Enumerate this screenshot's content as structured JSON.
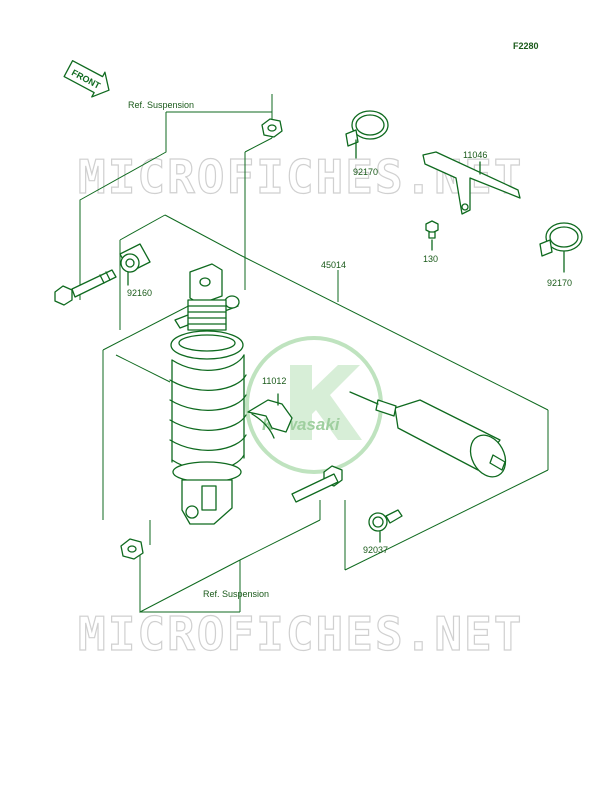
{
  "diagram": {
    "code": "F2280",
    "front_label": "FRONT",
    "watermark_text": "MICROFICHES.NET",
    "logo_text": "Kawasaki",
    "ref_labels": {
      "top": "Ref. Suspension",
      "bottom": "Ref. Suspension"
    },
    "parts": {
      "p92170_top": "92170",
      "p92170_right": "92170",
      "p11046": "11046",
      "p130": "130",
      "p45014": "45014",
      "p92160": "92160",
      "p11012": "11012",
      "p92037": "92037"
    },
    "colors": {
      "line": "#0f6a1f",
      "label": "#1a5a1a",
      "watermark": "#d0d0d0",
      "logo": "#bfe3bf"
    }
  }
}
